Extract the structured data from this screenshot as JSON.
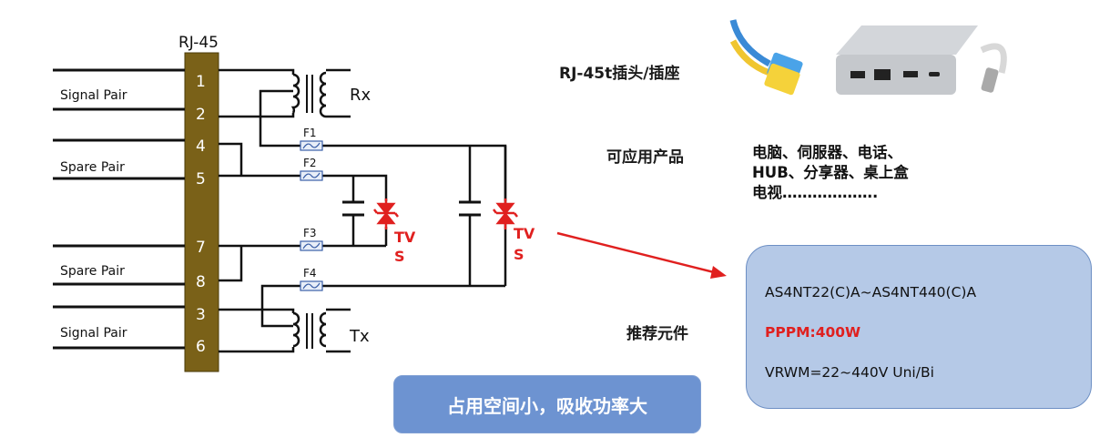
{
  "circuit": {
    "connector_title": "RJ-45",
    "pins": [
      "1",
      "2",
      "4",
      "5",
      "7",
      "8",
      "3",
      "6"
    ],
    "pair_labels": [
      "Signal Pair",
      "Spare Pair",
      "Spare Pair",
      "Signal Pair"
    ],
    "fuses": [
      "F1",
      "F2",
      "F3",
      "F4"
    ],
    "transformers": [
      "Rx",
      "Tx"
    ],
    "tvs_label_line1": "TV",
    "tvs_label_line2": "S"
  },
  "info": {
    "rj45_label": "RJ-45t插头/插座",
    "apps_label": "可应用产品",
    "apps_lines": [
      "电脑、伺服器、电话、",
      "HUB、分享器、桌上盒",
      "电视………………."
    ],
    "recommend_label": "推荐元件"
  },
  "spec": {
    "part_range": "AS4NT22(C)A~AS4NT440(C)A",
    "pppm": "PPPM:400W",
    "vrwm": "VRWM=22~440V Uni/Bi"
  },
  "note": "占用空间小，吸收功率大",
  "colors": {
    "connector": "#7a6118",
    "line": "#111111",
    "tvs": "#e0201f",
    "fuse": "#3a5fa8",
    "spec_box": "#b5c9e7",
    "note_box": "#6d93d1"
  }
}
